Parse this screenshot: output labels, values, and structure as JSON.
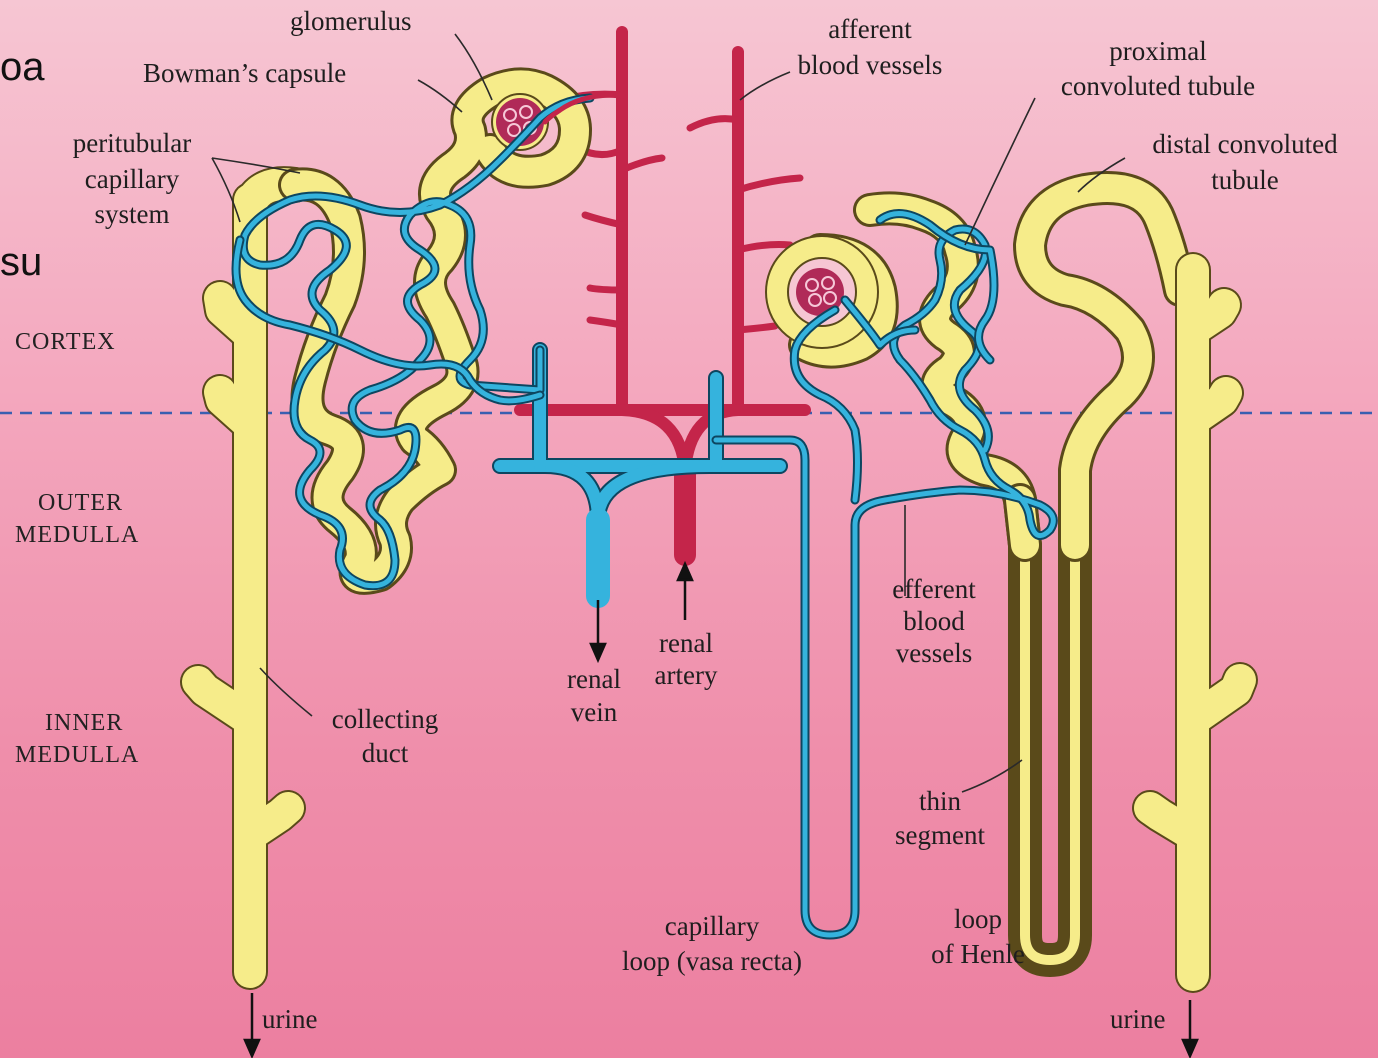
{
  "corner_fragments": {
    "top": "oa",
    "middle": "su"
  },
  "zones": {
    "cortex": "CORTEX",
    "outer_medulla": [
      "OUTER",
      "MEDULLA"
    ],
    "inner_medulla": [
      "INNER",
      "MEDULLA"
    ]
  },
  "labels": {
    "glomerulus": "glomerulus",
    "bowmans_capsule": "Bowman’s capsule",
    "peritubular": [
      "peritubular",
      "capillary",
      "system"
    ],
    "afferent": [
      "afferent",
      "blood vessels"
    ],
    "proximal": [
      "proximal",
      "convoluted tubule"
    ],
    "distal": [
      "distal convoluted",
      "tubule"
    ],
    "collecting_duct": [
      "collecting",
      "duct"
    ],
    "renal_vein": [
      "renal",
      "vein"
    ],
    "renal_artery": [
      "renal",
      "artery"
    ],
    "efferent": [
      "efferent",
      "blood",
      "vessels"
    ],
    "thin_segment": [
      "thin",
      "segment"
    ],
    "capillary_loop": [
      "capillary",
      "loop (vasa recta)"
    ],
    "loop_of_henle": [
      "loop",
      "of Henle"
    ],
    "urine_left": "urine",
    "urine_right": "urine"
  },
  "colors": {
    "tubule": "#f6ec8a",
    "capillary": "#35b3dd",
    "artery": "#c4254a",
    "boundary": "#3a5fb0"
  }
}
